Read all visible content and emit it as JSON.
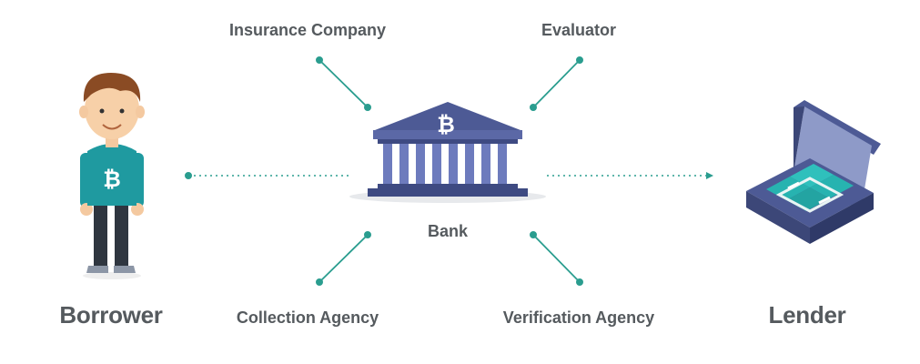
{
  "nodes": {
    "borrower": "Borrower",
    "lender": "Lender",
    "bank": "Bank",
    "insurance": "Insurance Company",
    "evaluator": "Evaluator",
    "collection": "Collection Agency",
    "verification": "Verification Agency"
  },
  "colors": {
    "connector": "#2a9d8f",
    "label": "#555a5e",
    "bank": "#4d5a95",
    "bitcoin_shirt": "#1f9aa0",
    "case": "#4d5a95",
    "money": "#1fa7a5"
  },
  "icons": {
    "borrower": "person-icon",
    "bank": "bitcoin-bank-icon",
    "lender": "money-case-icon"
  }
}
